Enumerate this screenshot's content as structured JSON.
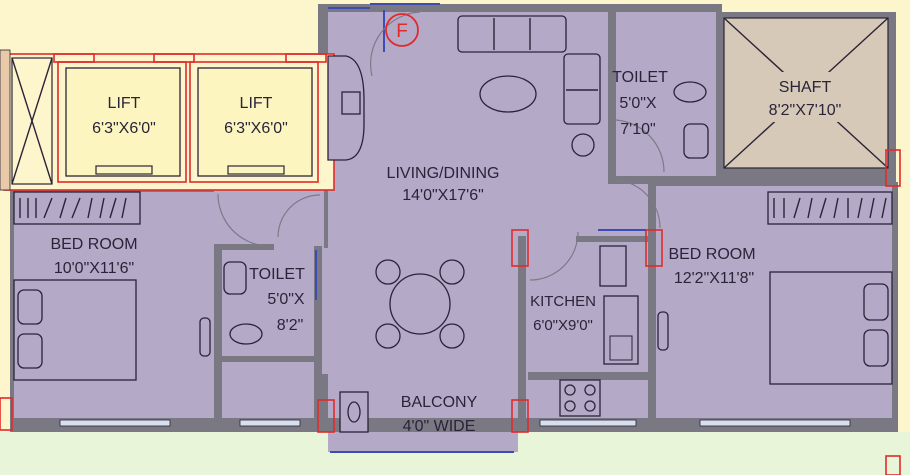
{
  "marker": {
    "letter": "F"
  },
  "rooms": {
    "lift1": {
      "name": "LIFT",
      "size": "6'3\"X6'0\""
    },
    "lift2": {
      "name": "LIFT",
      "size": "6'3\"X6'0\""
    },
    "living": {
      "name": "LIVING/DINING",
      "size": "14'0\"X17'6\""
    },
    "toilet1": {
      "name": "TOILET",
      "size1": "5'0\"X",
      "size2": "7'10\""
    },
    "shaft": {
      "name": "SHAFT",
      "size": "8'2\"X7'10\""
    },
    "bed1": {
      "name": "BED ROOM",
      "size": "10'0\"X11'6\""
    },
    "toilet2": {
      "name": "TOILET",
      "size1": "5'0\"X",
      "size2": "8'2\""
    },
    "kitchen": {
      "name": "KITCHEN",
      "size": "6'0\"X9'0\""
    },
    "bed2": {
      "name": "BED ROOM",
      "size": "12'2\"X11'8\""
    },
    "balcony": {
      "name": "BALCONY",
      "size": "4'0\" WIDE"
    }
  },
  "colors": {
    "room_fill": "#b5a9c8",
    "wall": "#7a7883",
    "background": "#fdf5cc",
    "lawn": "#e8f5d8",
    "red_column": "#e02b2b",
    "window_blue": "#3b4db3"
  }
}
